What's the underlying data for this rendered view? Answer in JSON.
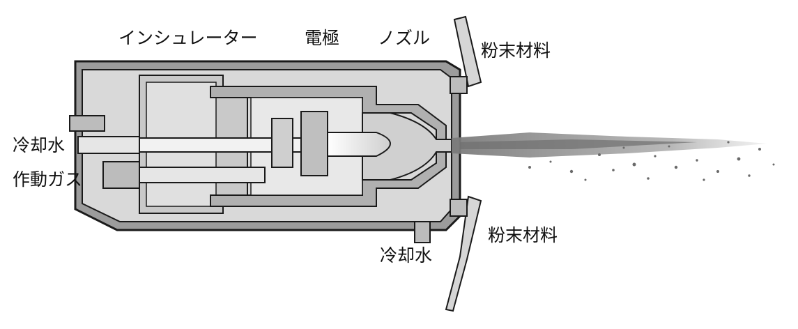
{
  "labels": {
    "insulator": "インシュレーター",
    "electrode": "電極",
    "nozzle": "ノズル",
    "powder_top": "粉末材料",
    "powder_bottom": "粉末材料",
    "cooling_water_left": "冷却水",
    "working_gas": "作動ガス",
    "cooling_water_bottom": "冷却水"
  },
  "colors": {
    "outline": "#1a1a1a",
    "shell": "#9a9a9a",
    "body": "#d8d8d8",
    "inner": "#ececec",
    "plume": "#8c8c8c"
  }
}
